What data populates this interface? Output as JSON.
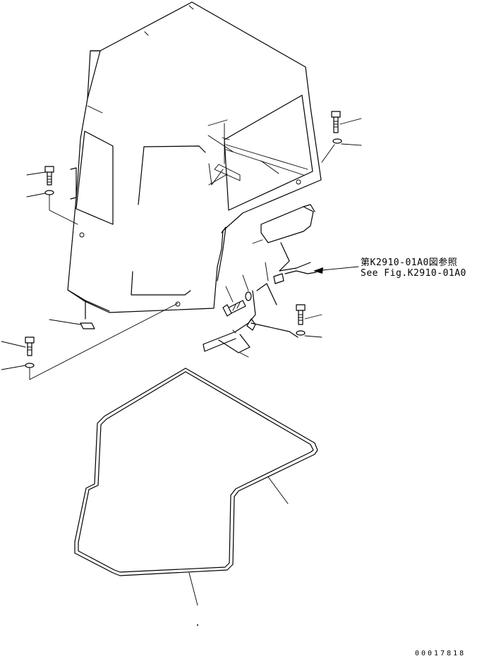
{
  "reference": {
    "ja": "第K2910-01A0図参照",
    "en": "See Fig.K2910-01A0"
  },
  "drawing_number": "00017818"
}
